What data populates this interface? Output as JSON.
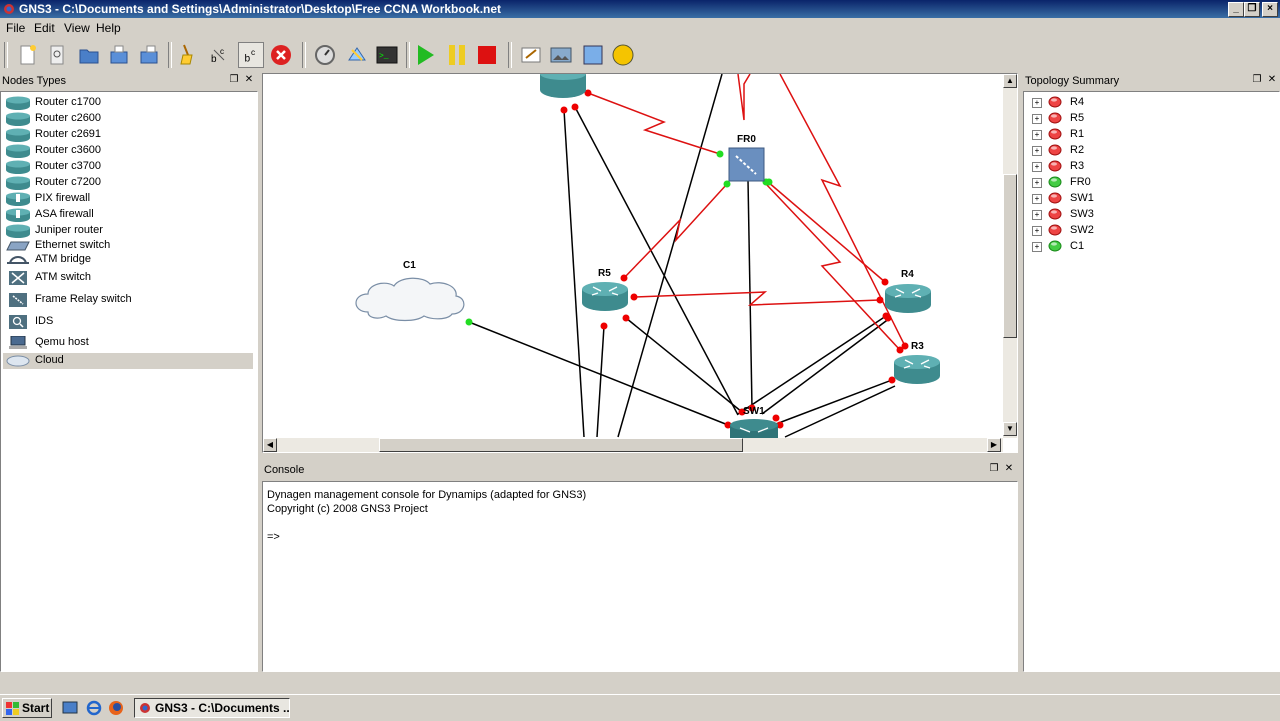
{
  "window": {
    "title": "GNS3 - C:\\Documents and Settings\\Administrator\\Desktop\\Free CCNA Workbook.net"
  },
  "menu": [
    "File",
    "Edit",
    "View",
    "Help"
  ],
  "nodes_panel": {
    "title": "Nodes Types",
    "items": [
      {
        "label": "Router c1700",
        "icon": "router-icon"
      },
      {
        "label": "Router c2600",
        "icon": "router-icon"
      },
      {
        "label": "Router c2691",
        "icon": "router-icon"
      },
      {
        "label": "Router c3600",
        "icon": "router-icon"
      },
      {
        "label": "Router c3700",
        "icon": "router-icon"
      },
      {
        "label": "Router c7200",
        "icon": "router-icon"
      },
      {
        "label": "PIX firewall",
        "icon": "firewall-icon"
      },
      {
        "label": "ASA firewall",
        "icon": "firewall-icon"
      },
      {
        "label": "Juniper router",
        "icon": "router-icon"
      },
      {
        "label": "Ethernet switch",
        "icon": "switch-icon"
      },
      {
        "label": "ATM bridge",
        "icon": "bridge-icon"
      },
      {
        "label": "ATM switch",
        "icon": "atm-switch-icon"
      },
      {
        "label": "Frame Relay switch",
        "icon": "frame-relay-icon"
      },
      {
        "label": "IDS",
        "icon": "ids-icon"
      },
      {
        "label": "Qemu host",
        "icon": "computer-icon"
      },
      {
        "label": "Cloud",
        "icon": "cloud-icon"
      }
    ],
    "selected": "Cloud"
  },
  "topology": {
    "title": "Topology Summary",
    "items": [
      {
        "label": "R4",
        "status": "stopped"
      },
      {
        "label": "R5",
        "status": "stopped"
      },
      {
        "label": "R1",
        "status": "stopped"
      },
      {
        "label": "R2",
        "status": "stopped"
      },
      {
        "label": "R3",
        "status": "stopped"
      },
      {
        "label": "FR0",
        "status": "running"
      },
      {
        "label": "SW1",
        "status": "stopped"
      },
      {
        "label": "SW3",
        "status": "stopped"
      },
      {
        "label": "SW2",
        "status": "stopped"
      },
      {
        "label": "C1",
        "status": "running"
      }
    ]
  },
  "canvas": {
    "labels": {
      "fr0": "FR0",
      "r5": "R5",
      "r4": "R4",
      "r3": "R3",
      "c1": "C1",
      "sw1": "SW1"
    }
  },
  "console": {
    "title": "Console",
    "lines": [
      "Dynagen management console for Dynamips (adapted for GNS3)",
      "Copyright (c) 2008 GNS3 Project",
      "",
      "=>"
    ]
  },
  "taskbar": {
    "start": "Start",
    "task": "GNS3 - C:\\Documents ..."
  },
  "colors": {
    "title_bar": "#0a246a",
    "router": "#3e8b8e",
    "link_serial": "#dd1111",
    "link_ethernet": "#000000",
    "port_down": "#ee0000",
    "port_up": "#22dd22"
  }
}
